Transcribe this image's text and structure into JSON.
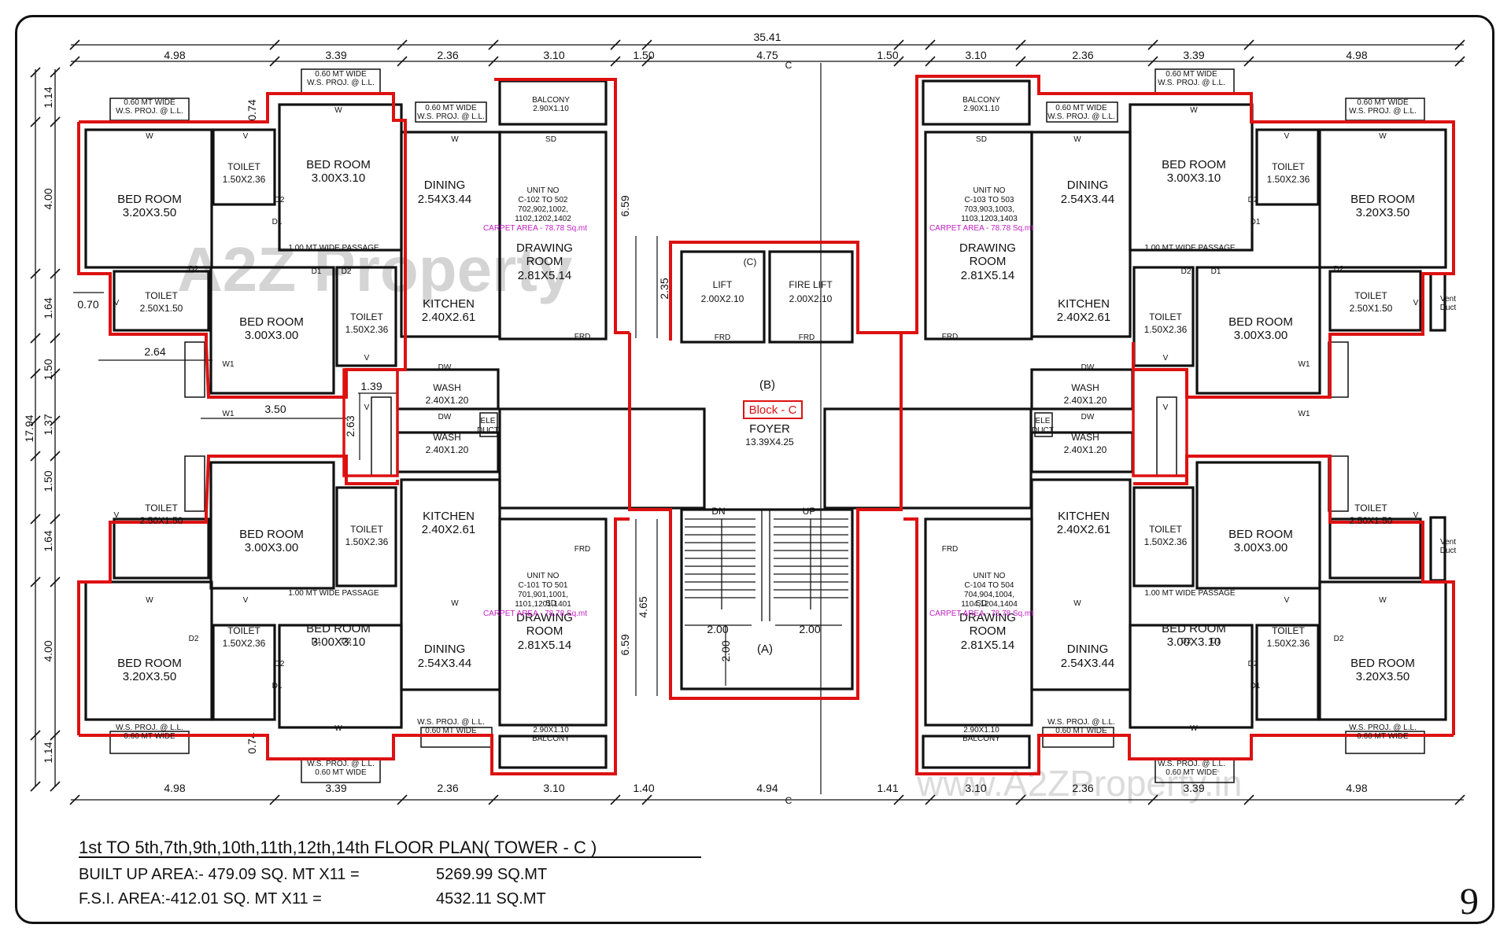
{
  "title": "1st TO 5th,7th,9th,10th,11th,12th,14th FLOOR PLAN( TOWER - C )",
  "built_up_label": "BUILT UP AREA:- 479.09 SQ. MT X11 =",
  "built_up_value": "5269.99 SQ.MT",
  "fsi_label": "F.S.I.    AREA:-412.01 SQ. MT X11 =",
  "fsi_value": "4532.11 SQ.MT",
  "page_number": "9",
  "watermark_logo": "A2Z Property",
  "watermark_url": "www.A2ZProperty.in",
  "colors": {
    "outline": "#dd1111",
    "wall": "#111111",
    "carpet": "#c21fc2"
  },
  "dims": {
    "top_total": "35.41",
    "top": [
      "4.98",
      "3.39",
      "2.36",
      "3.10",
      "1.50",
      "4.75",
      "1.50",
      "3.10",
      "2.36",
      "3.39",
      "4.98"
    ],
    "bottom": [
      "4.98",
      "3.39",
      "2.36",
      "3.10",
      "1.40",
      "4.94",
      "1.41",
      "3.10",
      "2.36",
      "3.39",
      "4.98"
    ],
    "left_total": "17.94",
    "left": [
      "1.14",
      "4.00",
      "1.64",
      "1.50",
      "1.37",
      "1.50",
      "1.64",
      "4.00",
      "1.14"
    ],
    "inner": [
      "0.70",
      "2.64",
      "3.50",
      "1.39",
      "2.63",
      "0.74",
      "0.74",
      "6.59",
      "2.35",
      "6.59",
      "4.65",
      "2.00",
      "2.00",
      "2.00"
    ]
  },
  "core": {
    "block": "Block - C",
    "b": "(B)",
    "foyer": "FOYER",
    "foyer_size": "13.39X4.25",
    "c": "(C)",
    "lift": "LIFT",
    "lift_size": "2.00X2.10",
    "fire_lift": "FIRE LIFT",
    "fire_lift_size": "2.00X2.10",
    "a": "(A)",
    "dn": "DN",
    "up": "UP",
    "frd": "FRD",
    "ele": "ELE",
    "duct": "DUCT"
  },
  "rooms": {
    "bed": "BED ROOM",
    "toilet": "TOILET",
    "dining": "DINING",
    "drawing": "DRAWING",
    "room": "ROOM",
    "kitchen": "KITCHEN",
    "wash": "WASH",
    "balcony": "BALCONY",
    "s_bed_big": "3.20X3.50",
    "s_bed_mid": "3.00X3.10",
    "s_bed_small": "3.00X3.00",
    "s_toilet_a": "1.50X2.36",
    "s_toilet_b": "2.50X1.50",
    "s_dining": "2.54X3.44",
    "s_drawing": "2.81X5.14",
    "s_kitchen": "2.40X2.61",
    "s_wash": "2.40X1.20",
    "s_balcony": "2.90X1.10",
    "passage": "1.00 MT WIDE PASSAGE",
    "vent": "Vent",
    "duct": "Duct",
    "proj_1": "0.60 MT WIDE",
    "proj_2": "W.S. PROJ. @ L.L."
  },
  "labels": {
    "W": "W",
    "V": "V",
    "D1": "D1",
    "D2": "D2",
    "W1": "W1",
    "SD": "SD",
    "DW": "DW",
    "C": "C"
  },
  "units": [
    {
      "unit": "UNIT NO",
      "line1": "C-102 TO 502",
      "line2": "702,902,1002,",
      "line3": "1102,1202,1402",
      "carpet": "CARPET AREA - 78.78 Sq.mt"
    },
    {
      "unit": "UNIT NO",
      "line1": "C-103 TO 503",
      "line2": "703,903,1003,",
      "line3": "1103,1203,1403",
      "carpet": "CARPET AREA - 78.78 Sq.mt"
    },
    {
      "unit": "UNIT NO",
      "line1": "C-101 TO 501",
      "line2": "701,901,1001,",
      "line3": "1101,1201,1401",
      "carpet": "CARPET AREA - 78.78 Sq.mt"
    },
    {
      "unit": "UNIT NO",
      "line1": "C-104 TO 504",
      "line2": "704,904,1004,",
      "line3": "1104,1204,1404",
      "carpet": "CARPET AREA - 78.78 Sq.mt"
    }
  ]
}
